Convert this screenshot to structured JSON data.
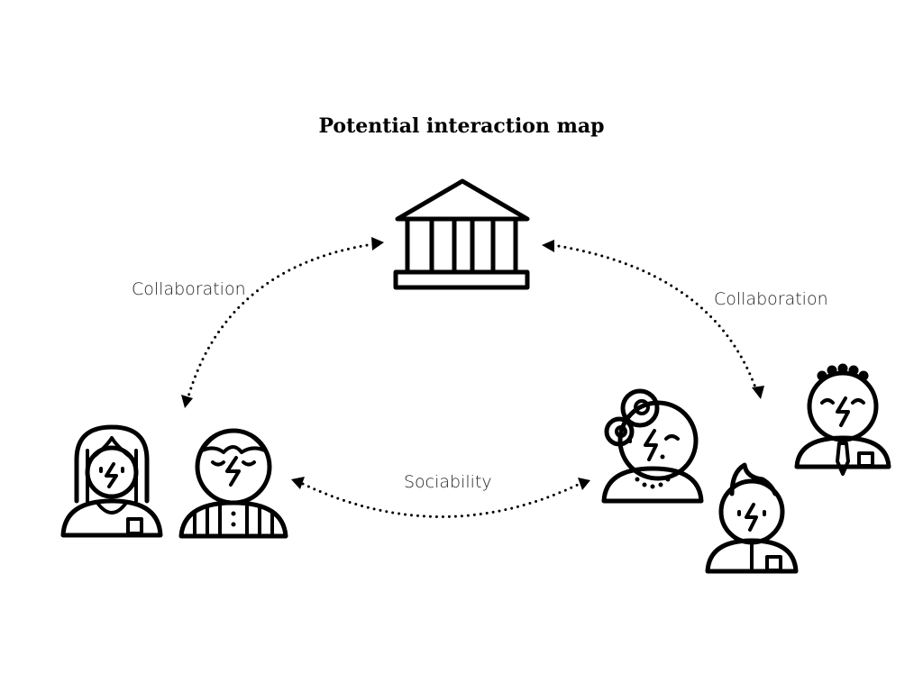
{
  "diagram": {
    "title": "Potential interaction map",
    "nodes": [
      {
        "id": "institution",
        "icon": "institution-building-icon"
      },
      {
        "id": "group-left",
        "icon": "people-pair-icon"
      },
      {
        "id": "group-right",
        "icon": "people-trio-icon"
      }
    ],
    "edges": [
      {
        "from": "institution",
        "to": "group-left",
        "label": "Collaboration",
        "style": "dotted",
        "direction": "both"
      },
      {
        "from": "institution",
        "to": "group-right",
        "label": "Collaboration",
        "style": "dotted",
        "direction": "both"
      },
      {
        "from": "group-left",
        "to": "group-right",
        "label": "Sociability",
        "style": "dotted",
        "direction": "both"
      }
    ]
  }
}
